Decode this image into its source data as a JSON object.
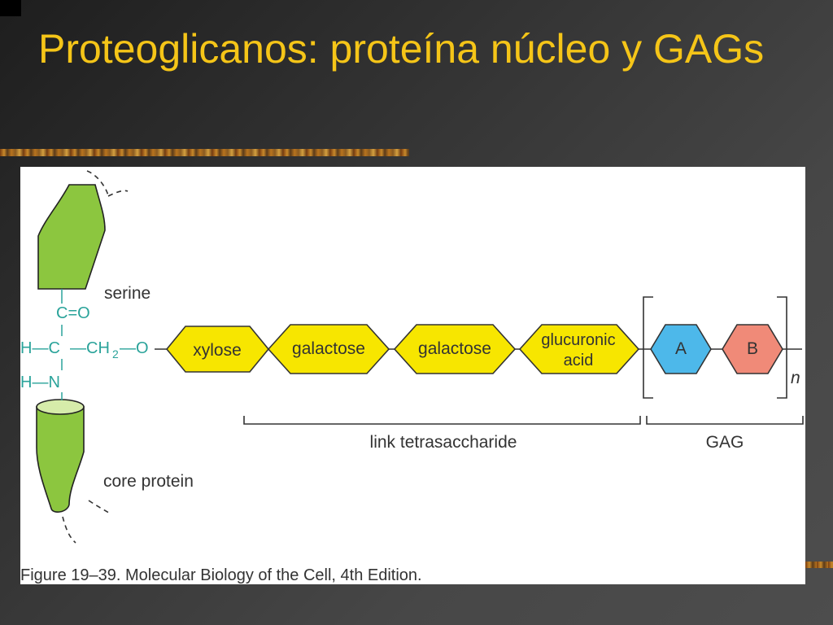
{
  "slide": {
    "title": "Proteoglicanos: proteína núcleo y GAGs",
    "accent_color": "#f5c518"
  },
  "diagram": {
    "serine_label": "serine",
    "core_protein_label": "core protein",
    "chem": {
      "carbonyl": "C=O",
      "alpha_row_h": "H—C",
      "alpha_row_ch2": "—CH",
      "alpha_row_sub2": "2",
      "alpha_row_o": "—O",
      "amide": "H—N"
    },
    "sugars": {
      "xylose": "xylose",
      "galactose_1": "galactose",
      "galactose_2": "galactose",
      "glucuronic_line1": "glucuronic",
      "glucuronic_line2": "acid",
      "unit_a": "A",
      "unit_b": "B"
    },
    "repeat_subscript": "n",
    "link_label": "link tetrasaccharide",
    "gag_label": "GAG",
    "caption": "Figure 19–39. Molecular Biology of the Cell, 4th Edition.",
    "colors": {
      "sugar_fill": "#f7e600",
      "unit_a_fill": "#4db8ea",
      "unit_b_fill": "#f08a78",
      "protein_fill": "#8cc63f",
      "chem_color": "#2aa39a"
    }
  }
}
